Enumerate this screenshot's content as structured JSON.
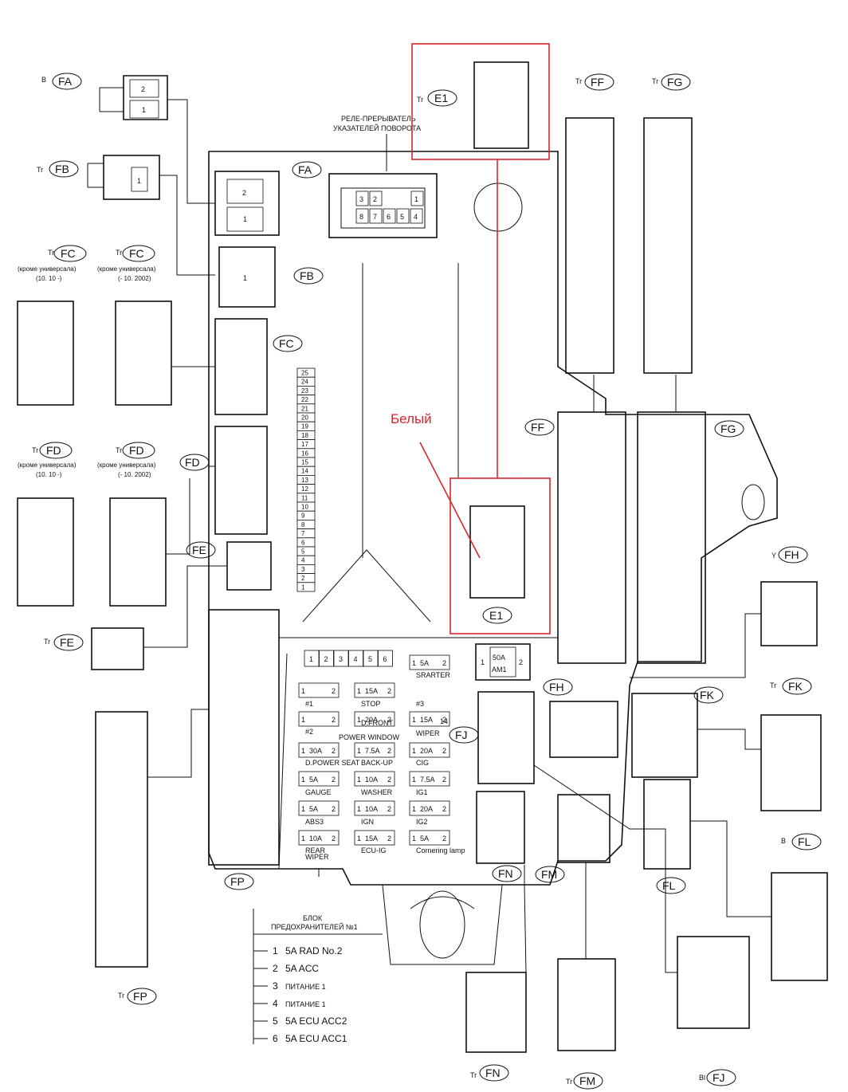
{
  "connectors": {
    "FA": {
      "code": "FA",
      "prefix": "B",
      "pins": [
        "2",
        "1"
      ]
    },
    "FB": {
      "code": "FB",
      "prefix": "Tr",
      "pin": "1"
    },
    "FC": {
      "code": "FC",
      "prefix": "Tr",
      "variant1": "(кроме универсала)",
      "variant1_note": "(10. 10 -)",
      "variant2": "(кроме универсала)",
      "variant2_note": "(- 10. 2002)"
    },
    "FD": {
      "code": "FD",
      "prefix": "Tr",
      "variant1": "(кроме универсала)",
      "variant1_note": "(10. 10 -)",
      "variant2": "(кроме универсала)",
      "variant2_note": "(- 10. 2002)"
    },
    "FE": {
      "code": "FE",
      "prefix": "Tr"
    },
    "FF": {
      "code": "FF",
      "prefix": "Tr"
    },
    "FG": {
      "code": "FG",
      "prefix": "Tr"
    },
    "FH": {
      "code": "FH",
      "prefix": "Y"
    },
    "FJ": {
      "code": "FJ",
      "prefix": "Bl"
    },
    "FK": {
      "code": "FK",
      "prefix": "Tr"
    },
    "FL": {
      "code": "FL",
      "prefix": "B"
    },
    "FM": {
      "code": "FM",
      "prefix": "Tr"
    },
    "FN": {
      "code": "FN",
      "prefix": "Tr"
    },
    "FP": {
      "code": "FP",
      "prefix": "Tr"
    },
    "E1": {
      "code": "E1",
      "prefix": "Tr"
    }
  },
  "relay": {
    "line1": "РЕЛЕ-ПРЕРЫВАТЕЛЬ",
    "line2": "УКАЗАТЕЛЕЙ ПОВОРОТА",
    "pins_top": [
      "3",
      "2",
      "1"
    ],
    "pins_bottom": [
      "8",
      "7",
      "6",
      "5",
      "4"
    ]
  },
  "annotation": {
    "text": "Белый"
  },
  "main_fuse": {
    "left": "1",
    "top": "50A",
    "bottom": "AM1",
    "right": "2"
  },
  "fuses": [
    {
      "label": "#1",
      "amps": ""
    },
    {
      "label": "STOP",
      "amps": "15A"
    },
    {
      "label": "SRARTER",
      "amps": "5A"
    },
    {
      "label": "#2",
      "amps": ""
    },
    {
      "label": "D.FRONT",
      "amps": "20A"
    },
    {
      "label": "#3",
      "amps": ""
    },
    {
      "label": "POWER WINDOW",
      "amps": ""
    },
    {
      "label": "WIPER",
      "amps": "15A"
    },
    {
      "label": "D.POWER SEAT",
      "amps": "30A"
    },
    {
      "label": "BACK-UP",
      "amps": "7.5A"
    },
    {
      "label": "CIG",
      "amps": "20A"
    },
    {
      "label": "GAUGE",
      "amps": "5A"
    },
    {
      "label": "WASHER",
      "amps": "10A"
    },
    {
      "label": "IG1",
      "amps": "7.5A"
    },
    {
      "label": "ABS3",
      "amps": "5A"
    },
    {
      "label": "IGN",
      "amps": "10A"
    },
    {
      "label": "IG2",
      "amps": "20A"
    },
    {
      "label": "REAR",
      "amps": "10A"
    },
    {
      "label": "WIPER",
      "amps": ""
    },
    {
      "label": "ECU-IG",
      "amps": "15A"
    },
    {
      "label": "Cornering lamp",
      "amps": "5A"
    }
  ],
  "fuse_strip": [
    "1",
    "2",
    "3",
    "4",
    "5",
    "6"
  ],
  "pin_numbers": [
    "1",
    "2",
    "14"
  ],
  "column_numbers": [
    "25",
    "24",
    "23",
    "22",
    "21",
    "20",
    "19",
    "18",
    "17",
    "16",
    "15",
    "14",
    "13",
    "12",
    "11",
    "10",
    "9",
    "8",
    "7",
    "6",
    "5",
    "4",
    "3",
    "2",
    "1"
  ],
  "legend": {
    "title1": "БЛОК",
    "title2": "ПРЕДОХРАНИТЕЛЕЙ №1",
    "rows": [
      {
        "n": "1",
        "t": "5A RAD No.2"
      },
      {
        "n": "2",
        "t": "5A ACC"
      },
      {
        "n": "3",
        "t": "ПИТАНИЕ 1"
      },
      {
        "n": "4",
        "t": "ПИТАНИЕ 1"
      },
      {
        "n": "5",
        "t": "5A ECU ACC2"
      },
      {
        "n": "6",
        "t": "5A ECU ACC1"
      }
    ]
  }
}
